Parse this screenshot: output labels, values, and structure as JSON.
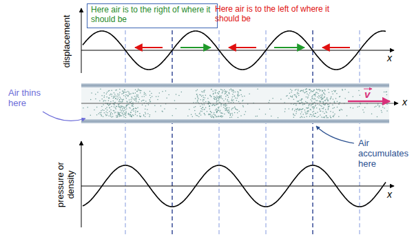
{
  "diagram": {
    "nodes": [
      {
        "text": [
          "Here air is to the right of where it should be"
        ]
      }
    ],
    "labels": [
      "Here air is to the left of where it should be",
      "displacement",
      "x",
      "Air thins here",
      "v",
      "x",
      "Air accumulates here",
      "pressure or density",
      "x"
    ]
  }
}
